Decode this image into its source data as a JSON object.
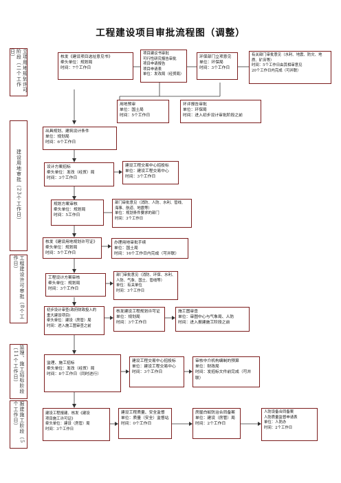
{
  "title": "工程建设项目审批流程图（调整）",
  "phases": [
    {
      "id": "p1",
      "label": "立项用地规划许可阶段（二个工作日）"
    },
    {
      "id": "p2",
      "label": "建设用地审批（23个工作日）"
    },
    {
      "id": "p3",
      "label": "工程建设许可审批（8个工作日）"
    },
    {
      "id": "p4",
      "label": "监理、施工招标阶段（11个工作日）"
    },
    {
      "id": "p5",
      "label": "报建施工阶段（5个工作日）"
    }
  ],
  "boxes": [
    {
      "id": "b1",
      "lines": [
        "核发《建设项目选址意见书》",
        "牵头单位：规划局",
        "时间：7个工作日"
      ]
    },
    {
      "id": "b2",
      "lines": [
        "项目建议书审批",
        "可行性研究报告审批",
        "项目申请报告",
        "项目申请表",
        "单位：发改局（经贸局）"
      ]
    },
    {
      "id": "b3",
      "lines": [
        "环保部门立项意见",
        "单位：环保局",
        "时间：3个工作日"
      ]
    },
    {
      "id": "b4",
      "lines": [
        "有关部门审批意见（水利、地震、防灾、地质、矿床等）",
        "时间：5个工作日由其相审意见",
        "20个工作日内完成（可并联）"
      ]
    },
    {
      "id": "b5",
      "lines": [
        "用地预审",
        "单位：国土局",
        "时间：5个工作日"
      ]
    },
    {
      "id": "b6",
      "lines": [
        "环评报告审批",
        "单位：环保局",
        "时间：进入初步设计审批阶段之前"
      ]
    },
    {
      "id": "b7",
      "lines": [
        "出具规划、建筑设计条件",
        "单位：规划局",
        "时间：6个工作日"
      ]
    },
    {
      "id": "b8",
      "lines": [
        "设计方案招标",
        "牵头单位：发改（经贸）局",
        "时间：3个工作日"
      ]
    },
    {
      "id": "b9",
      "lines": [
        "建设工程交易中心招投标",
        "单位：建设工程交易中心",
        "时间：3个工作日"
      ]
    },
    {
      "id": "b10",
      "lines": [
        "规划方案审核",
        "牵头单位：规划局",
        "时间：5工作日"
      ]
    },
    {
      "id": "b11",
      "lines": [
        "部门审批意见（消防、人防、水利、管线、",
        "海事、航道、地震等）",
        "单位：规划条件要求的部门",
        "时间：3个工作日"
      ]
    },
    {
      "id": "b12",
      "lines": [
        "核发《建设用地规划许可证》",
        "牵头单位：规划局",
        "时间：5个工作日"
      ]
    },
    {
      "id": "b13",
      "lines": [
        "办理用地审批手续",
        "单位：国土局",
        "时间：16个工作日内完成（可并联）"
      ]
    },
    {
      "id": "b14",
      "lines": [
        "工程设计方案审核",
        "牵头单位：规划局",
        "时间：3个工作日"
      ]
    },
    {
      "id": "b15",
      "lines": [
        "部门审批意见（消防、环保、水利、",
        "人防、气象、国土、管线等）",
        "单位：有关单位",
        "时间：3个工作日"
      ]
    },
    {
      "id": "b16",
      "lines": [
        "初步设计审查(政府财政投入的",
        "重大建设项目)",
        "牵头单位：建设（房管）局",
        "时间：进入施工图审查之前"
      ]
    },
    {
      "id": "b17",
      "lines": [
        "核发建设工程规划许可证",
        "单位：规划局",
        "时间：3个工作日"
      ]
    },
    {
      "id": "b18",
      "lines": [
        "施工图审查",
        "单位：审图中心与气象局、人防",
        "时间：进入报建施工阶段之前"
      ]
    },
    {
      "id": "b19",
      "lines": [
        "监理、施工招标",
        "牵头单位：发改（经贸）局",
        "时间：8个工作日（同时进行）"
      ]
    },
    {
      "id": "b20",
      "lines": [
        "建设工程交易中心招投标",
        "单位：建设工程交易中心",
        "时间：3个工作日"
      ]
    },
    {
      "id": "b21",
      "lines": [
        "审核中介机构编制的预算",
        "单位：财政局",
        "时间：发招标文件前完成（可并",
        "联）"
      ]
    },
    {
      "id": "b22",
      "lines": [
        "建设工程报建、核发《建设",
        "项目施工许可证》",
        "牵头单位：建设（房管）局",
        "时间：3个工作日"
      ]
    },
    {
      "id": "b23",
      "lines": [
        "建设工程质量、安全监督",
        "单位：质量（安全）监督站",
        "时间：0个工作日"
      ]
    },
    {
      "id": "b24",
      "lines": [
        "房屋白蚁防治合同备案",
        "单位：建设（房管）局",
        "时间：2个工作日"
      ]
    },
    {
      "id": "b25",
      "lines": [
        "人防设备合同备案",
        "人防质量监督申请表",
        "单位：人防办",
        "时间：2个工作日"
      ]
    }
  ]
}
